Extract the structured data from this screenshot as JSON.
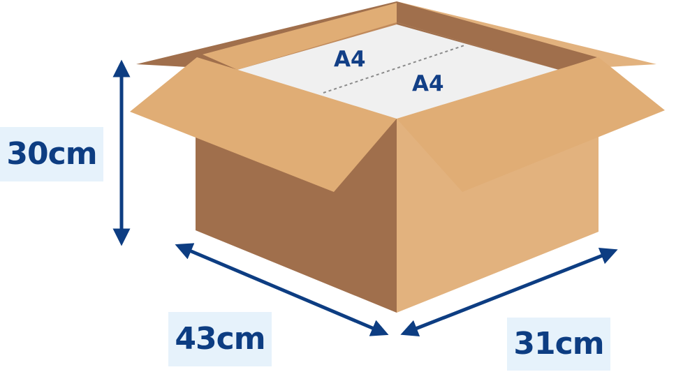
{
  "dimensions": {
    "height": "30cm",
    "length": "43cm",
    "width": "31cm"
  },
  "paper": {
    "label_back": "A4",
    "label_front": "A4"
  },
  "colors": {
    "arrow": "#0d3d82",
    "label_bg": "#e6f2fb",
    "label_text": "#0d3d82",
    "box_dark": "#a06f4c",
    "box_light": "#e2b27e",
    "box_flap": "#e0ad75",
    "paper": "#f0f0f0"
  }
}
